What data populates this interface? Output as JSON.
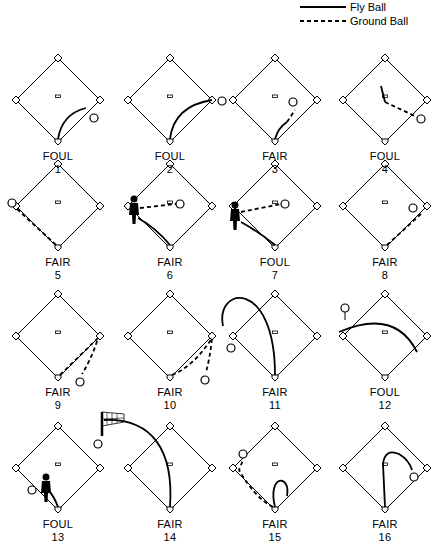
{
  "diagram": {
    "labels": [
      "FOUL",
      "1",
      "FOUL",
      "2",
      "FAIR",
      "3",
      "FOUL",
      "4",
      "FAIR",
      "5",
      "FAIR",
      "6",
      "FOUL",
      "7",
      "FAIR",
      "8",
      "FAIR",
      "9",
      "FAIR",
      "10",
      "FAIR",
      "11",
      "FOUL",
      "12",
      "FOUL",
      "13",
      "FAIR",
      "14",
      "FAIR",
      "15",
      "FAIR",
      "16"
    ],
    "legend": [
      {
        "text": "Fly Ball"
      },
      {
        "text": "Ground Ball"
      }
    ]
  }
}
